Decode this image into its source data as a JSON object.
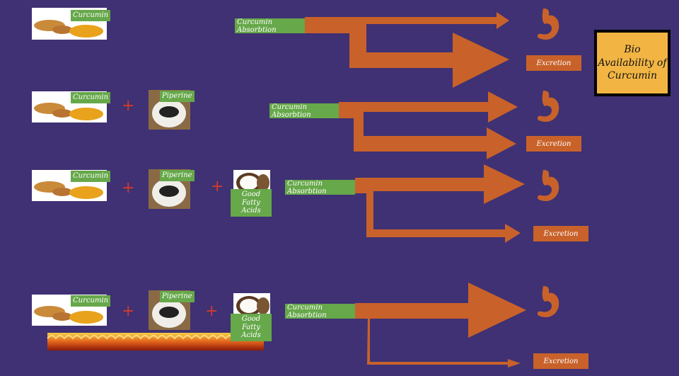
{
  "title": "Bio Availability of Curcumin",
  "labels": {
    "curcumin": "Curcumin",
    "piperine": "Piperine",
    "fatty": "Good Fatty Acids",
    "absorption": "Curcumin Absorbtion",
    "excretion": "Excretion",
    "plus": "+"
  },
  "colors": {
    "background": "#3f3173",
    "arrow": "#c8622a",
    "label_green": "#66a84a",
    "title_box": "#f2b544",
    "plus": "#d23a2a"
  },
  "icons": [
    "turmeric-image",
    "mortar-pestle-image",
    "coconut-image",
    "fire-image",
    "stomach-icon"
  ]
}
